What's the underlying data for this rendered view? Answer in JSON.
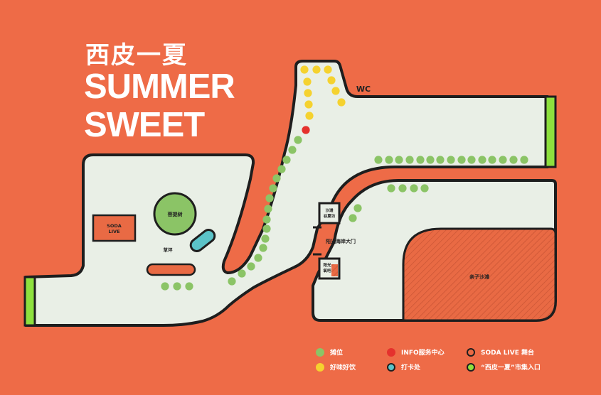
{
  "title": {
    "cn": "西皮一夏",
    "en_line1": "SUMMER",
    "en_line2": "SWEET"
  },
  "map_labels": {
    "wc": "WC",
    "soda_live_line1": "SODA",
    "soda_live_line2": "LIVE",
    "bodhi_tree": "菩提树",
    "lawn": "草坪",
    "beach_cafe_line1": "沙滩",
    "beach_cafe_line2": "谷夏坊",
    "sun_gate": "阳光海岸大门",
    "sun_bar_line1": "阳光",
    "sun_bar_line2": "氧吧",
    "kids_beach": "亲子沙滩"
  },
  "legend": {
    "booth": "摊位",
    "food": "好味好饮",
    "info": "INFO服务中心",
    "checkin": "打卡处",
    "stage": "SODA LIVE 舞台",
    "entrance": "“西皮一夏”市集入口"
  },
  "colors": {
    "background": "#EE6B47",
    "path": "#E9EFE6",
    "booth": "#8BC466",
    "food": "#F5D22F",
    "info": "#E5312D",
    "checkin": "#5BC3C8",
    "entrance": "#8EE03E",
    "outline": "#1E1E1E"
  }
}
